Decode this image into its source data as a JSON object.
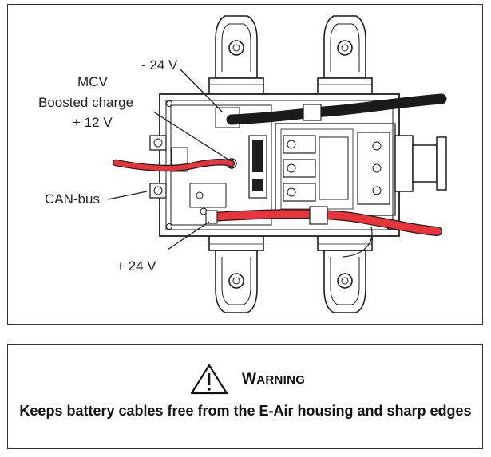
{
  "labels": {
    "minus_24v": "- 24 V",
    "mcv": "MCV",
    "boosted_charge": "Boosted charge",
    "plus_12v": "+ 12 V",
    "can_bus": "CAN-bus",
    "plus_24v": "+ 24 V"
  },
  "warning": {
    "title_initial": "W",
    "title_rest": "ARNING",
    "text": "Keeps battery cables free from the E-Air housing and sharp edges"
  },
  "colors": {
    "cable_red": "#e8343a",
    "cable_black": "#1a1a1a",
    "line": "#1e1e1e"
  }
}
